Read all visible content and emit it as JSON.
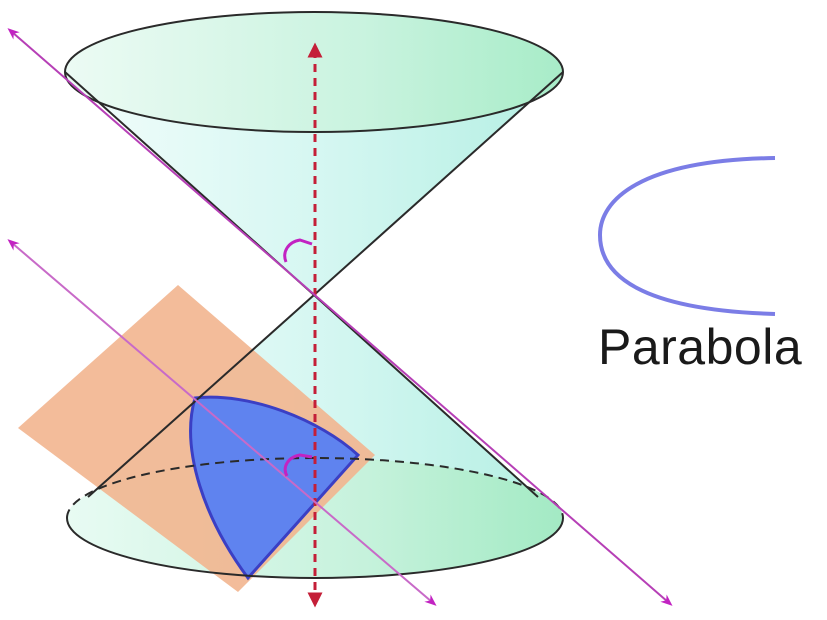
{
  "figure": {
    "label": "Parabola"
  },
  "colors": {
    "cone_fill_light": "#e9fbf7",
    "cone_fill_mid": "#c8f3ee",
    "cone_fill_edge": "#a6eccf",
    "plane": "#f2b58f",
    "section": "#5f83ef",
    "section_edge": "#3b3fc4",
    "axis": "#c41f38",
    "generator_line": "#b63fb6",
    "angle_mark": "#c223c2",
    "curve": "#7b7de6",
    "outline": "#2a2a2a",
    "label": "#1a1a1a"
  },
  "icons": {
    "axis_arrows": "double-headed-arrow",
    "angle_marks": "arc-angle-marker"
  }
}
